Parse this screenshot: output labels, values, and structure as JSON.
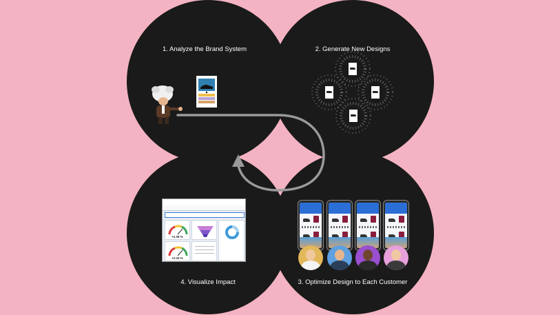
{
  "steps": [
    {
      "label": "1. Analyze the Brand System"
    },
    {
      "label": "2. Generate New Designs"
    },
    {
      "label": "3. Optimize Design to Each Customer"
    },
    {
      "label": "4. Visualize Impact"
    }
  ],
  "icons": {
    "mascot": "einstein-mascot-icon",
    "cycle": "cycle-arrow-icon"
  },
  "colors": {
    "background": "#f4b3c2",
    "circle": "#1a1a1a",
    "arrow": "#9a9a9a"
  },
  "dashboard": {
    "gauge_left_value": "+2.39 %",
    "gauge_right_value": "+2.33 %"
  }
}
